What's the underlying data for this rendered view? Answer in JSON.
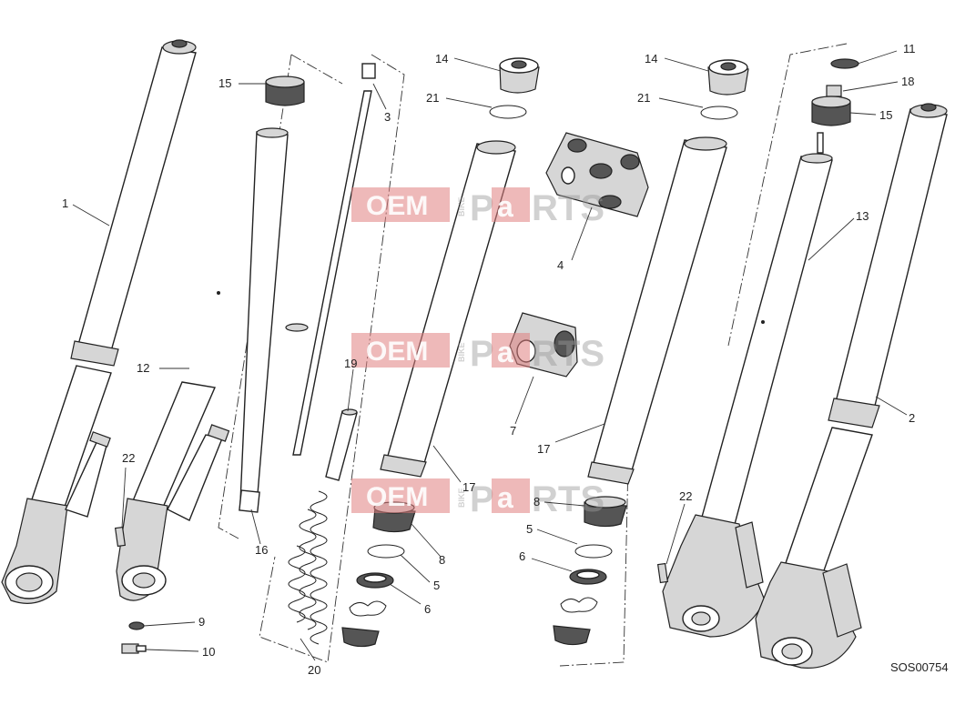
{
  "diagram_code": "SOS00754",
  "watermark": {
    "left": "OEM",
    "middle": "BIKE",
    "a": "a",
    "right_p": "P",
    "right_rts": "RTS"
  },
  "callouts": {
    "c1": "1",
    "c2": "2",
    "c3": "3",
    "c4": "4",
    "c5a": "5",
    "c5b": "5",
    "c6a": "6",
    "c6b": "6",
    "c7": "7",
    "c8a": "8",
    "c8b": "8",
    "c9": "9",
    "c10": "10",
    "c11": "11",
    "c12": "12",
    "c13": "13",
    "c14a": "14",
    "c14b": "14",
    "c15a": "15",
    "c15b": "15",
    "c16": "16",
    "c17a": "17",
    "c17b": "17",
    "c18": "18",
    "c19": "19",
    "c20": "20",
    "c21a": "21",
    "c21b": "21",
    "c22a": "22",
    "c22b": "22"
  }
}
